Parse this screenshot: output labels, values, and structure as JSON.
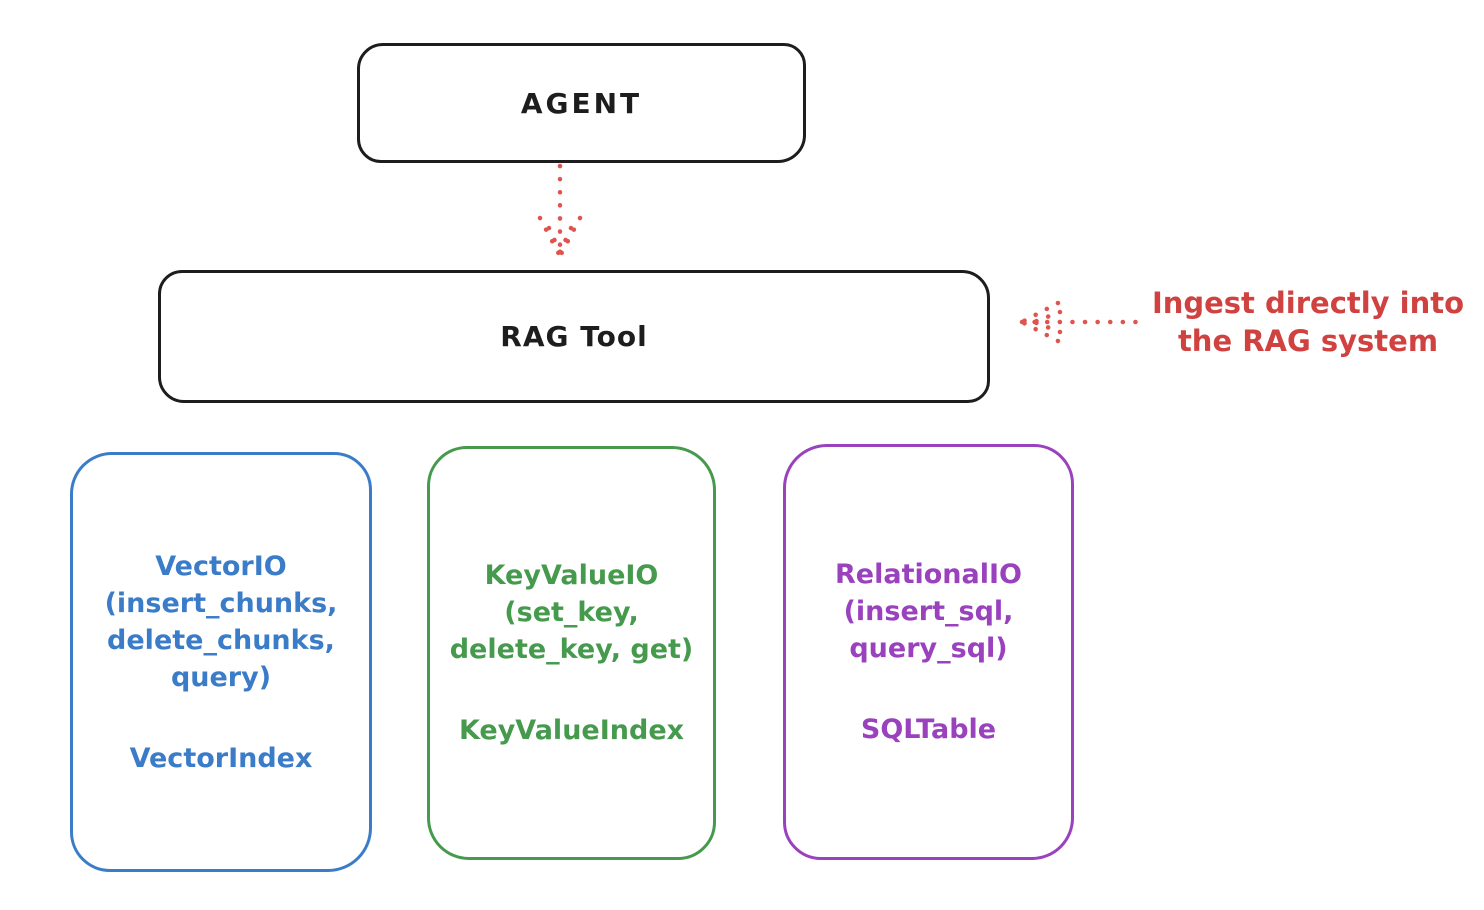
{
  "nodes": {
    "agent": {
      "label": "AGENT"
    },
    "rag_tool": {
      "label": "RAG Tool"
    }
  },
  "annotation": {
    "line1": "Ingest directly into",
    "line2": "the RAG system"
  },
  "arrows": {
    "agent_to_rag_tool": "dotted-down-arrow",
    "annotation_to_rag_tool": "dotted-left-arrow"
  },
  "cards": [
    {
      "name": "VectorIO",
      "lines": [
        "VectorIO",
        "(insert_chunks,",
        "delete_chunks,",
        "query)"
      ],
      "footer": "VectorIndex",
      "color": "#3b7cc9"
    },
    {
      "name": "KeyValueIO",
      "lines": [
        "KeyValueIO",
        "(set_key,",
        "delete_key, get)"
      ],
      "footer": "KeyValueIndex",
      "color": "#459a4d"
    },
    {
      "name": "RelationalIO",
      "lines": [
        "RelationalIO",
        "(insert_sql,",
        "query_sql)"
      ],
      "footer": "SQLTable",
      "color": "#9a41bd"
    }
  ],
  "colors": {
    "ink": "#1d1d1d",
    "annotation_red": "#cf4240",
    "arrow_red": "#e0534e",
    "blue": "#3b7cc9",
    "green": "#459a4d",
    "purple": "#9a41bd",
    "background": "#ffffff"
  }
}
